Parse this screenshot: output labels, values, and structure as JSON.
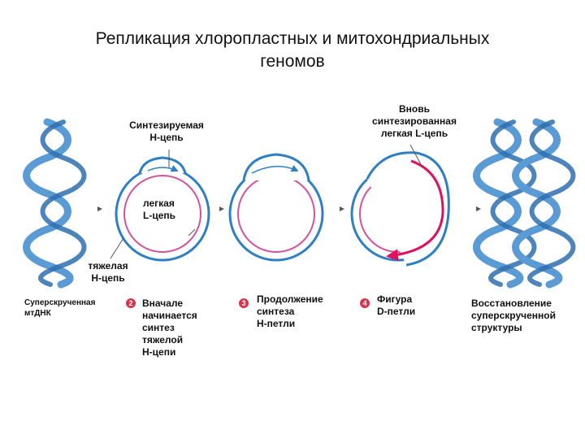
{
  "title": {
    "line1": "Репликация хлоропластных и митохондриальных",
    "line2": "геномов"
  },
  "labels": {
    "synth_h": "Синтезируемая\nН-цепь",
    "new_light": "Вновь\nсинтезированная\nлегкая L-цепь",
    "light_l": "легкая\nL-цепь",
    "heavy_h": "тяжелая\nН-цепь",
    "supercoiled": "Суперскрученная\nмтДНК"
  },
  "steps": [
    {
      "number": "2",
      "text": "Вначале\nначинается\nсинтез\nтяжелой\n Н-цепи"
    },
    {
      "number": "3",
      "text": "Продолжение\nсинтеза\nН-петли"
    },
    {
      "number": "4",
      "text": "Фигура\nD-петли"
    },
    {
      "number": "",
      "text": "Восстановление\nсуперскрученной\nструктуры"
    }
  ],
  "colors": {
    "helix": "#5b9bd5",
    "helix_dark": "#2f6fb0",
    "outer_strand": "#2e7fc4",
    "inner_strand": "#d6539a",
    "new_strand": "#e0105f",
    "badge": "#d8344a",
    "arrow": "#555555"
  }
}
